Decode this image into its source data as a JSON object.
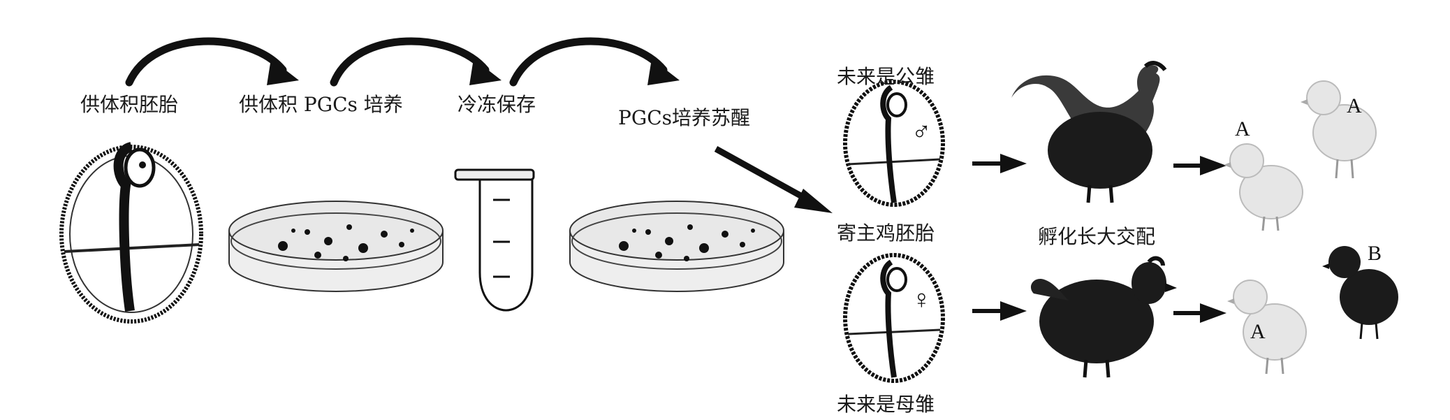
{
  "labels": {
    "donor_embryo": "供体积胚胎",
    "donor_pgc_culture": "供体积 PGCs 培养",
    "cryopreservation": "冷冻保存",
    "pgc_revival": "PGCs培养苏醒",
    "future_male": "未来是公雏",
    "host_embryo": "寄主鸡胚胎",
    "future_female": "未来是母雏",
    "hatch_mate": "孵化长大交配"
  },
  "sex_symbols": {
    "male": "♂",
    "female": "♀"
  },
  "offspring_letters": {
    "top_left": "A",
    "top_right": "A",
    "bottom_left": "A",
    "bottom_right": "B"
  },
  "icons": [
    "embryo-egg-icon",
    "petri-dish-icon",
    "cryotube-icon",
    "rooster-icon",
    "hen-icon",
    "chick-icon",
    "arrow-icon"
  ],
  "colors": {
    "ink": "#111111",
    "chick_light": "#e6e6e6",
    "chick_dark": "#1b1b1b",
    "dish_fill": "#e8e8e8"
  }
}
